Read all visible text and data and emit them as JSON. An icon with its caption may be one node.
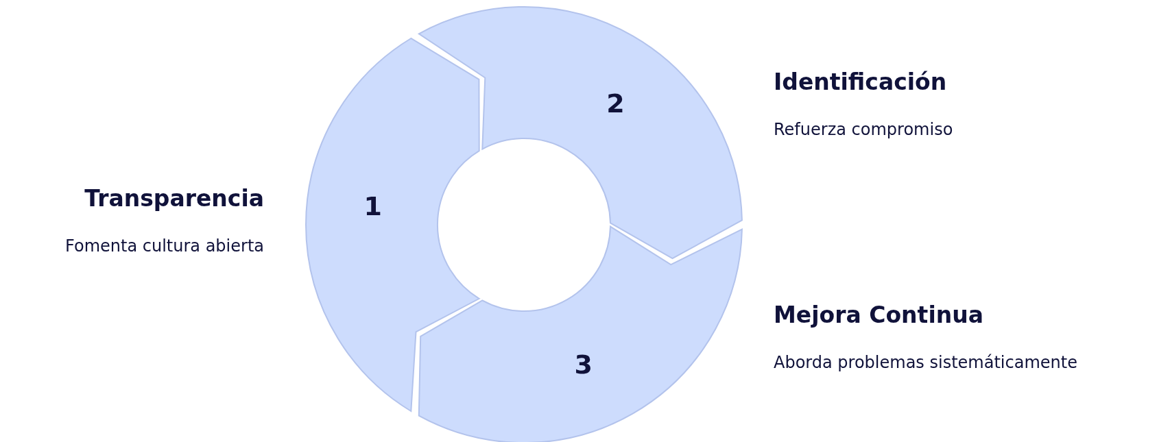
{
  "diagram": {
    "nodes": [
      {
        "text": [
          "1"
        ],
        "beside": [
          "Transparencia",
          "Fomenta cultura abierta"
        ]
      },
      {
        "text": [
          "2"
        ],
        "beside": [
          "Identificación",
          "Refuerza compromiso"
        ]
      },
      {
        "text": [
          "3"
        ],
        "beside": [
          "Mejora Continua",
          "Aborda problemas sistemáticamente"
        ]
      }
    ]
  }
}
